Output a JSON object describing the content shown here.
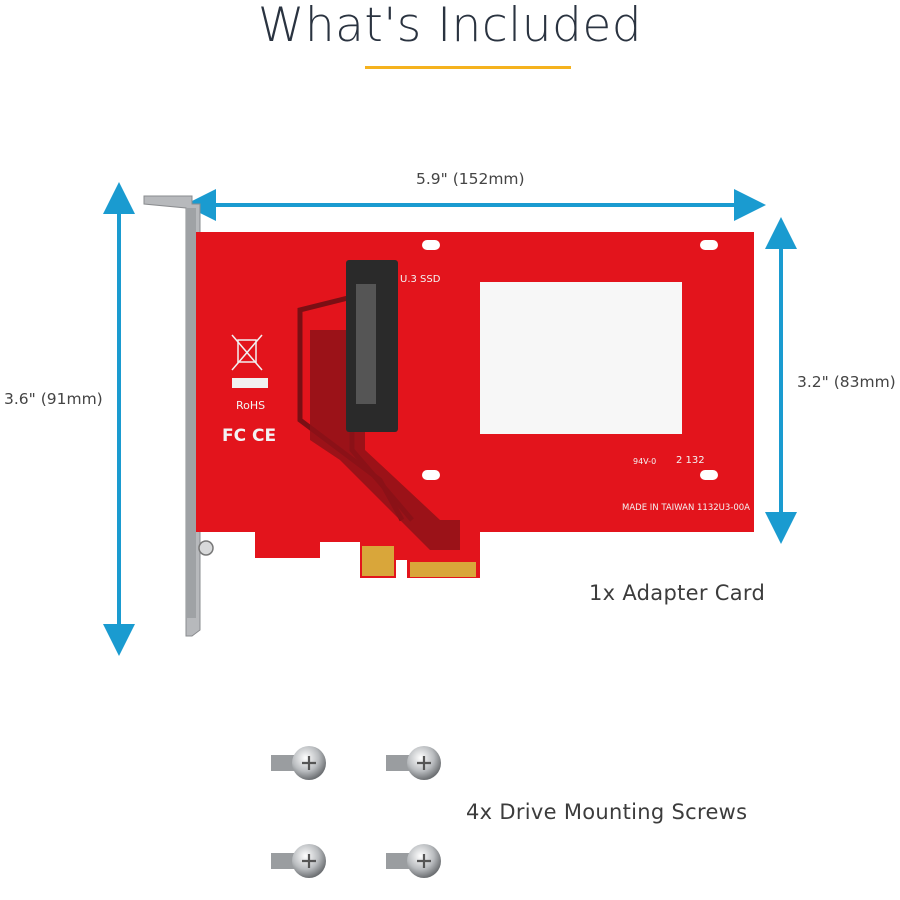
{
  "title": "What's Included",
  "colors": {
    "accent_underline": "#f5b21e",
    "dimension_arrow": "#1a9bd0",
    "pcb": "#e3141c",
    "pcb_dark": "#7a0f14"
  },
  "dimensions": {
    "width": "5.9\" (152mm)",
    "height": "3.6\" (91mm)",
    "card_height": "3.2\" (83mm)"
  },
  "pcb_labels": {
    "connector": "U.3 SSD",
    "rohs": "RoHS",
    "fcc_ce": "FC CE",
    "made_in": "MADE IN TAIWAN 1132U3-00A",
    "rating": "94V-0",
    "date_code": "2 132"
  },
  "items": [
    {
      "caption": "1x  Adapter Card",
      "icon": "pcie-adapter-card"
    },
    {
      "caption": "4x Drive Mounting Screws",
      "icon": "screw-icon"
    }
  ]
}
